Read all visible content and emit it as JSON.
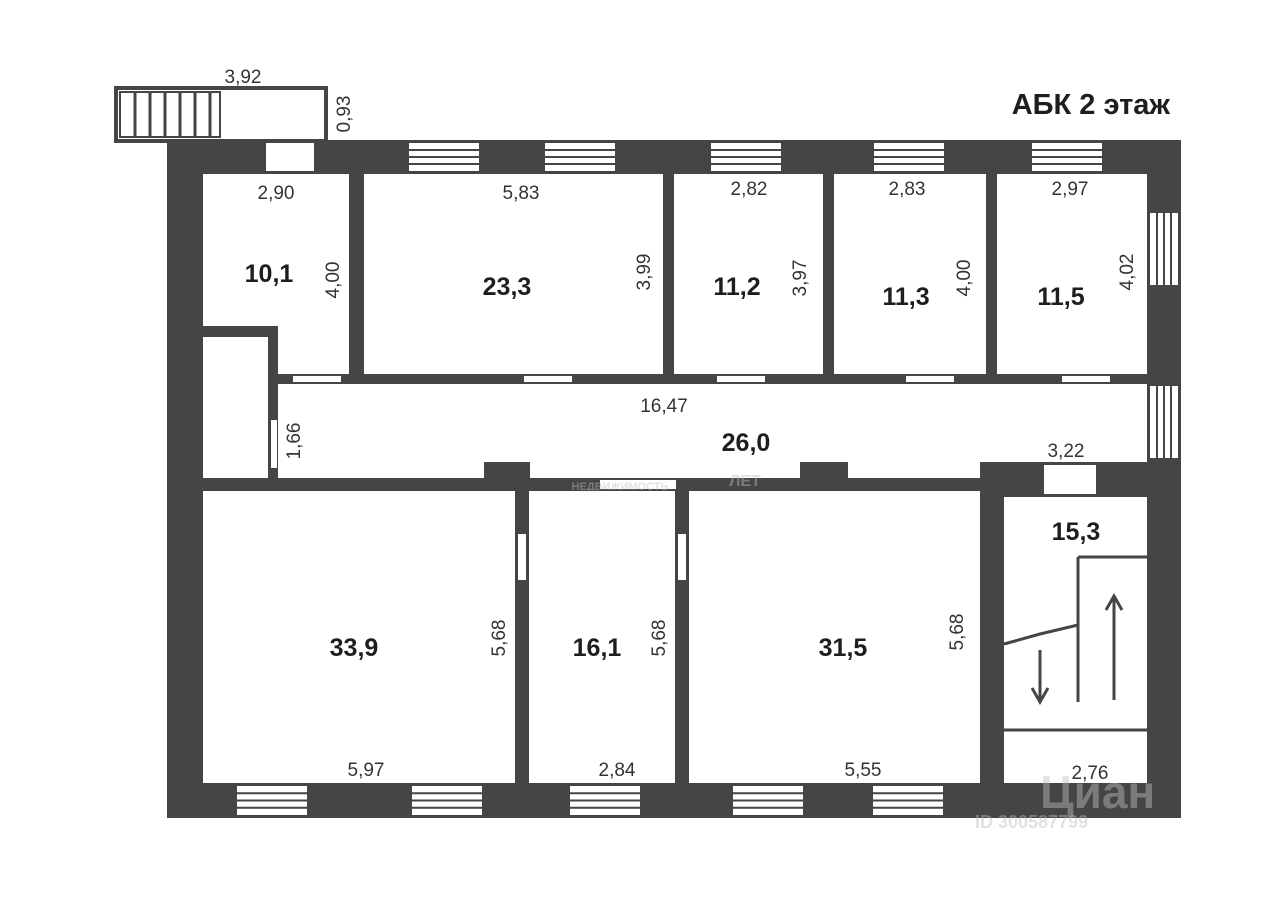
{
  "title": "АБК 2 этаж",
  "rooms": [
    {
      "id": "r1",
      "area": "10,1",
      "width": "2,90",
      "height": "4,00"
    },
    {
      "id": "r2",
      "area": "23,3",
      "width": "5,83",
      "height": "3,99"
    },
    {
      "id": "r3",
      "area": "11,2",
      "width": "2,82",
      "height": "3,97"
    },
    {
      "id": "r4",
      "area": "11,3",
      "width": "2,83",
      "height": "4,00"
    },
    {
      "id": "r5",
      "area": "11,5",
      "width": "2,97",
      "height": "4,02"
    },
    {
      "id": "corridor",
      "area": "26,0",
      "width": "16,47",
      "height": "1,66"
    },
    {
      "id": "r6",
      "area": "33,9",
      "width": "5,97",
      "height": "5,68"
    },
    {
      "id": "r7",
      "area": "16,1",
      "width": "2,84",
      "height": "5,68"
    },
    {
      "id": "r8",
      "area": "31,5",
      "width": "5,55",
      "height": "5,68"
    },
    {
      "id": "stair",
      "area": "15,3",
      "width": "2,76",
      "top_width": "3,22"
    }
  ],
  "porch": {
    "width": "3,92",
    "depth": "0,93"
  },
  "watermarks": {
    "top": "ЛЕТ",
    "middle": "НЕДВИЖИМОСТЬ",
    "brand": "Циан",
    "id": "ID 300587799"
  }
}
